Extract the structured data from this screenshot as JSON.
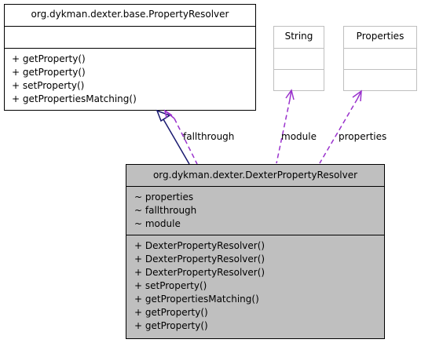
{
  "diagram": {
    "classes": {
      "property_resolver": {
        "name": "org.dykman.dexter.base.PropertyResolver",
        "attributes": [],
        "methods": [
          "+ getProperty()",
          "+ getProperty()",
          "+ setProperty()",
          "+ getPropertiesMatching()"
        ]
      },
      "string": {
        "name": "String",
        "attributes": [],
        "methods": []
      },
      "properties": {
        "name": "Properties",
        "attributes": [],
        "methods": []
      },
      "dexter_property_resolver": {
        "name": "org.dykman.dexter.DexterPropertyResolver",
        "attributes": [
          "~ properties",
          "~ fallthrough",
          "~ module"
        ],
        "methods": [
          "+ DexterPropertyResolver()",
          "+ DexterPropertyResolver()",
          "+ DexterPropertyResolver()",
          "+ setProperty()",
          "+ getPropertiesMatching()",
          "+ getProperty()",
          "+ getProperty()"
        ]
      }
    },
    "edges": {
      "fallthrough_label": "fallthrough",
      "module_label": "module",
      "properties_label": "properties"
    },
    "colors": {
      "highlight_fill": "#bfbfbf",
      "box_stroke": "#000000",
      "external_stroke": "#bfbfbf",
      "inheritance_edge": "#191970",
      "association_edge": "#9a32cd"
    }
  }
}
